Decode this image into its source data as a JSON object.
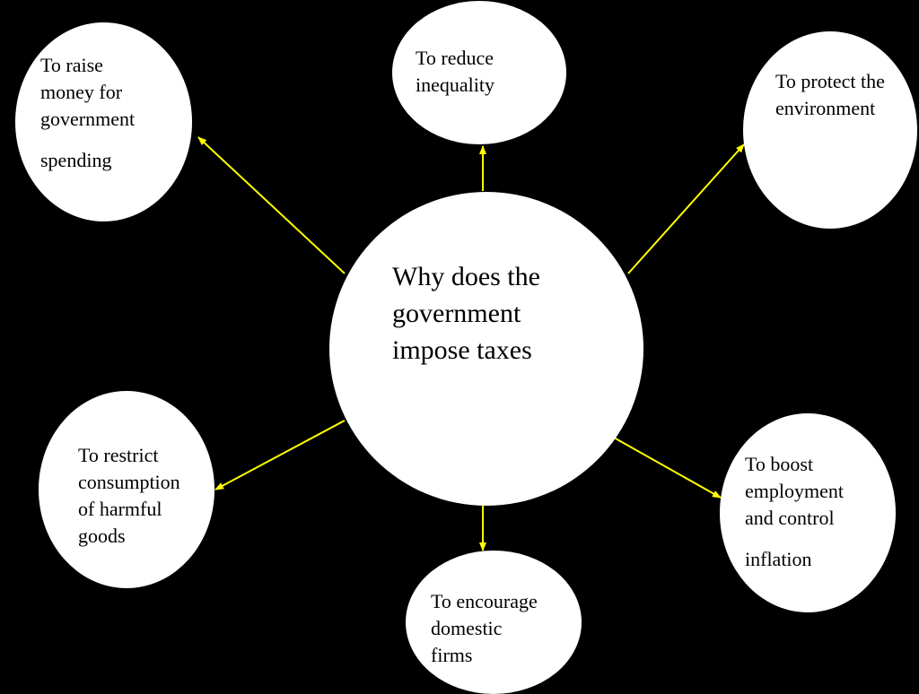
{
  "colors": {
    "background": "#000000",
    "bubble": "#ffffff",
    "arrow": "#ffff00",
    "text": "#000000"
  },
  "center": {
    "lines": [
      "Why does the",
      "government",
      "impose taxes"
    ]
  },
  "reasons": {
    "raise_money": {
      "lines": [
        "To raise",
        "money for",
        "government",
        "spending"
      ]
    },
    "reduce_inequality": {
      "lines": [
        "To reduce",
        "inequality"
      ]
    },
    "protect_environment": {
      "lines": [
        "To protect the",
        "environment"
      ]
    },
    "restrict_consumption": {
      "lines": [
        "To restrict",
        "consumption",
        "of harmful",
        "goods"
      ]
    },
    "encourage_firms": {
      "lines": [
        "To encourage",
        "domestic",
        "firms"
      ]
    },
    "boost_employment": {
      "lines": [
        "To boost",
        "employment",
        "and control",
        "inflation"
      ]
    }
  }
}
